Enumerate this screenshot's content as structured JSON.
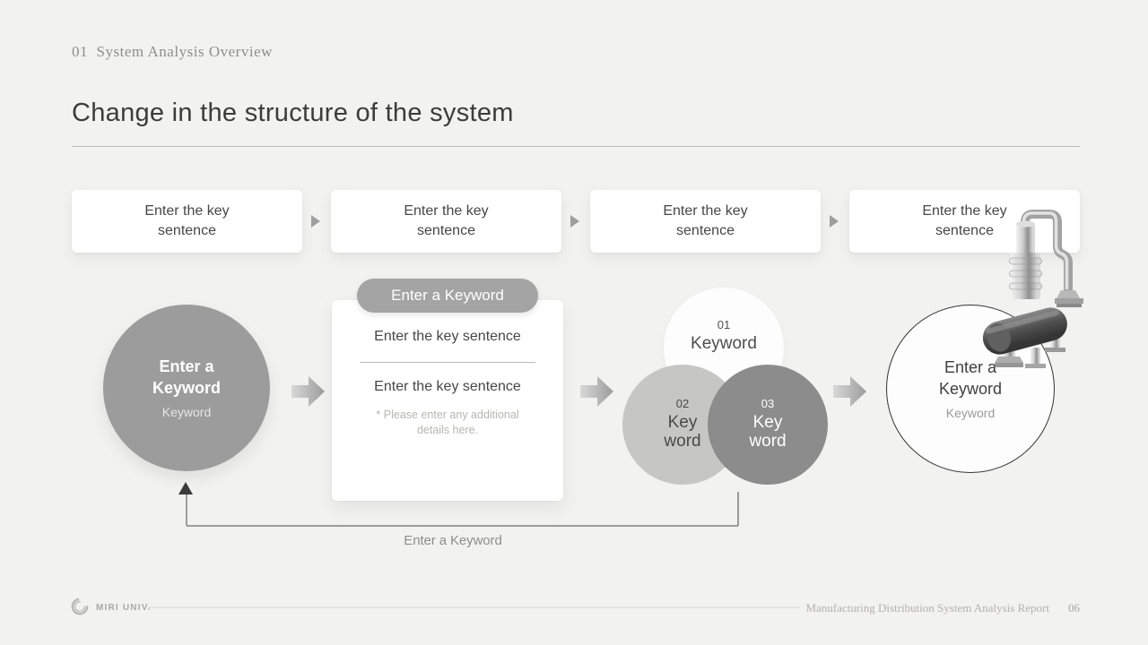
{
  "slide": {
    "eyebrow": "01  System Analysis Overview",
    "title": "Change in the structure of the system"
  },
  "top_row": {
    "boxes": [
      "Enter the key sentence",
      "Enter the key sentence",
      "Enter the key sentence",
      "Enter the key sentence"
    ]
  },
  "flow": {
    "start_circle": {
      "title": "Enter a Keyword",
      "subtitle": "Keyword"
    },
    "card": {
      "badge": "Enter a Keyword",
      "line1": "Enter the key sentence",
      "line2": "Enter the key sentence",
      "note": "* Please enter any additional details here."
    },
    "venn": [
      {
        "number": "01",
        "label": "Keyword"
      },
      {
        "number": "02",
        "label": "Key word"
      },
      {
        "number": "03",
        "label": "Key word"
      }
    ],
    "end_circle": {
      "title": "Enter a Keyword",
      "subtitle": "Keyword"
    },
    "loop_label": "Enter a Keyword"
  },
  "footer": {
    "brand": "MIRI UNIV.",
    "report": "Manufacturing Distribution System Analysis Report",
    "page": "06"
  },
  "colors": {
    "background": "#f2f2f1",
    "keyword_circle_gray": "#9c9c9c",
    "badge_gray": "#a4a4a4",
    "venn_light_gray": "#c6c6c5",
    "venn_dark_gray": "#8c8c8c",
    "loop_arrow_dark": "#3b3b3b",
    "text_dark": "#3c3c3c"
  }
}
